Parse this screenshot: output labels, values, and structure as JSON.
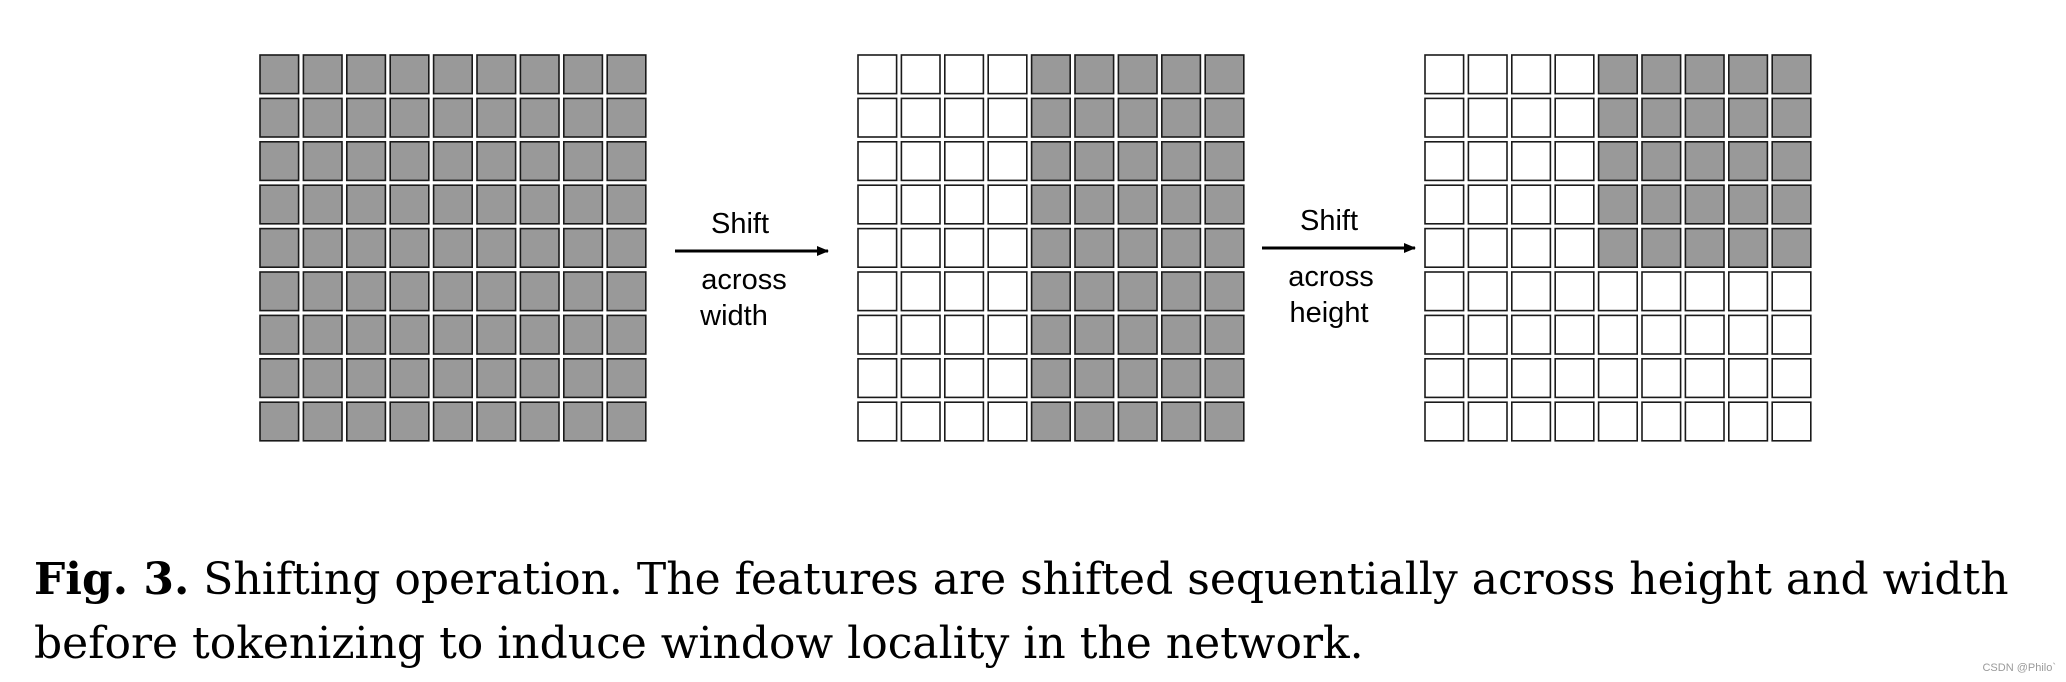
{
  "figure": {
    "grid_rows": 9,
    "grid_cols": 9,
    "colors": {
      "filled": "#999999",
      "empty": "#ffffff",
      "stroke": "#1a1a1a"
    },
    "grids": [
      {
        "name": "input-grid",
        "filled_rows": [
          0,
          8
        ],
        "filled_cols": [
          0,
          8
        ]
      },
      {
        "name": "shift-width-grid",
        "filled_rows": [
          0,
          8
        ],
        "filled_cols": [
          4,
          8
        ]
      },
      {
        "name": "shift-height-grid",
        "filled_rows": [
          0,
          4
        ],
        "filled_cols": [
          4,
          8
        ]
      }
    ],
    "arrows": [
      {
        "top_label": "Shift",
        "bottom_line1": "across",
        "bottom_line2": "width"
      },
      {
        "top_label": "Shift",
        "bottom_line1": "across",
        "bottom_line2": "height"
      }
    ]
  },
  "caption": {
    "label": "Fig. 3.",
    "text": " Shifting operation. The features are shifted sequentially across height and width before tokenizing to induce window locality in the network."
  },
  "watermark": "CSDN @Philo`"
}
